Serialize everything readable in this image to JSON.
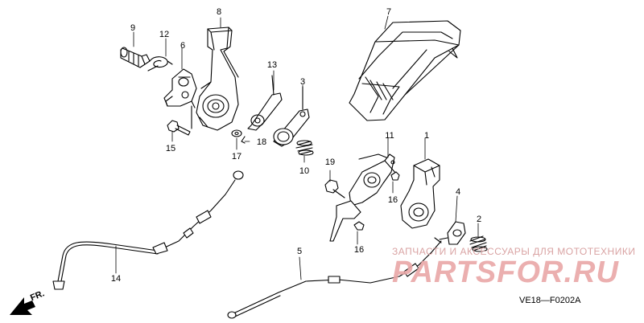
{
  "diagram": {
    "figure_code": "VE18—F0202A",
    "direction_label": "FR.",
    "callouts": {
      "c1": "1",
      "c2": "2",
      "c3": "3",
      "c4": "4",
      "c5": "5",
      "c6": "6",
      "c7": "7",
      "c8": "8",
      "c9": "9",
      "c10": "10",
      "c11": "11",
      "c12": "12",
      "c13": "13",
      "c14": "14",
      "c15": "15",
      "c16a": "16",
      "c16b": "16",
      "c17": "17",
      "c18": "18",
      "c19": "19"
    }
  },
  "watermark": {
    "tagline": "ЗАПЧАСТИ И АКСЕССУАРЫ ДЛЯ МОТОТЕХНИКИ",
    "logo": "PARTSFOR.RU"
  }
}
